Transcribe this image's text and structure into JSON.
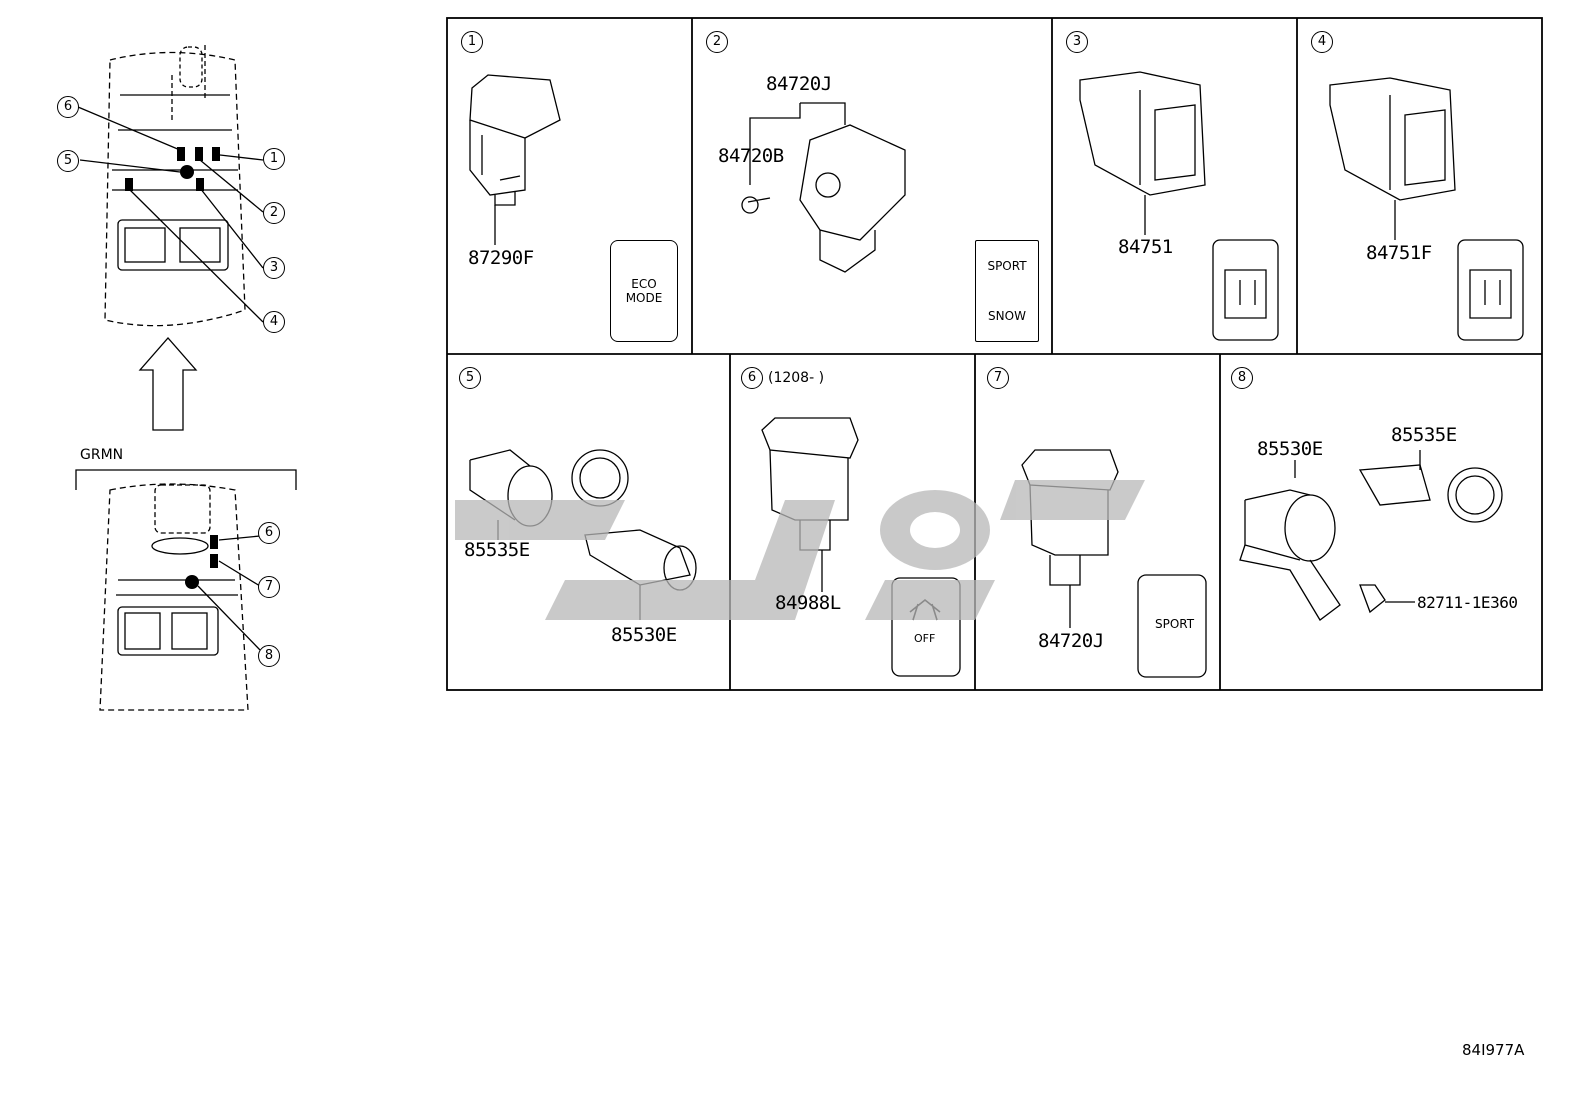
{
  "grmn_label": "GRMN",
  "diagram_code": "84I977A",
  "overview_callouts": [
    "6",
    "5",
    "1",
    "2",
    "3",
    "4"
  ],
  "grmn_callouts": [
    "6",
    "7",
    "8"
  ],
  "panels": [
    {
      "num": "1",
      "parts": [
        "87290F"
      ],
      "switch_lines": [
        "ECO",
        "MODE"
      ]
    },
    {
      "num": "2",
      "parts": [
        "84720J",
        "84720B"
      ],
      "switch_lines": [
        "SPORT",
        "SNOW"
      ]
    },
    {
      "num": "3",
      "parts": [
        "84751"
      ]
    },
    {
      "num": "4",
      "parts": [
        "84751F"
      ]
    },
    {
      "num": "5",
      "parts": [
        "85535E",
        "85530E"
      ]
    },
    {
      "num": "6",
      "note": "(1208-    )",
      "parts": [
        "84988L"
      ],
      "switch_lines": [
        "OFF"
      ]
    },
    {
      "num": "7",
      "parts": [
        "84720J"
      ],
      "switch_lines": [
        "SPORT"
      ]
    },
    {
      "num": "8",
      "parts": [
        "85530E",
        "85535E",
        "82711-1E360"
      ]
    }
  ]
}
